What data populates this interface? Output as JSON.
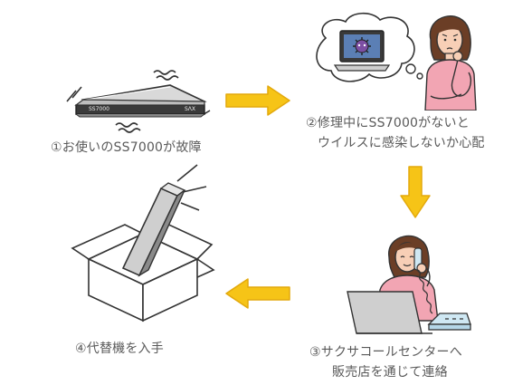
{
  "steps": [
    {
      "id": 1,
      "lines": [
        "①お使いのSS7000が故障"
      ]
    },
    {
      "id": 2,
      "lines": [
        "②修理中にSS7000がないと",
        "ウイルスに感染しないか心配"
      ]
    },
    {
      "id": 3,
      "lines": [
        "③サクサコールセンターへ",
        "販売店を通じて連絡"
      ]
    },
    {
      "id": 4,
      "lines": [
        "④代替機を入手"
      ]
    }
  ],
  "device": {
    "model_label": "SS7000",
    "brand_label": "SΛX"
  },
  "colors": {
    "arrow": "#f6c417",
    "arrow_stroke": "#e3a90c",
    "skin": "#f7cfb6",
    "shirt": "#f2a5b3",
    "hair": "#6b3e26",
    "laptop_screen": "#5b7fb5",
    "virus": "#7c4fa3",
    "line": "#333333",
    "phone": "#cfe8f3"
  },
  "icons": [
    "broken-router-icon",
    "thought-bubble-icon",
    "virus-laptop-icon",
    "worried-woman-icon",
    "calling-woman-icon",
    "telephone-icon",
    "laptop-icon",
    "open-box-icon",
    "replacement-device-icon",
    "arrow-right-icon",
    "arrow-down-icon",
    "arrow-left-icon"
  ]
}
